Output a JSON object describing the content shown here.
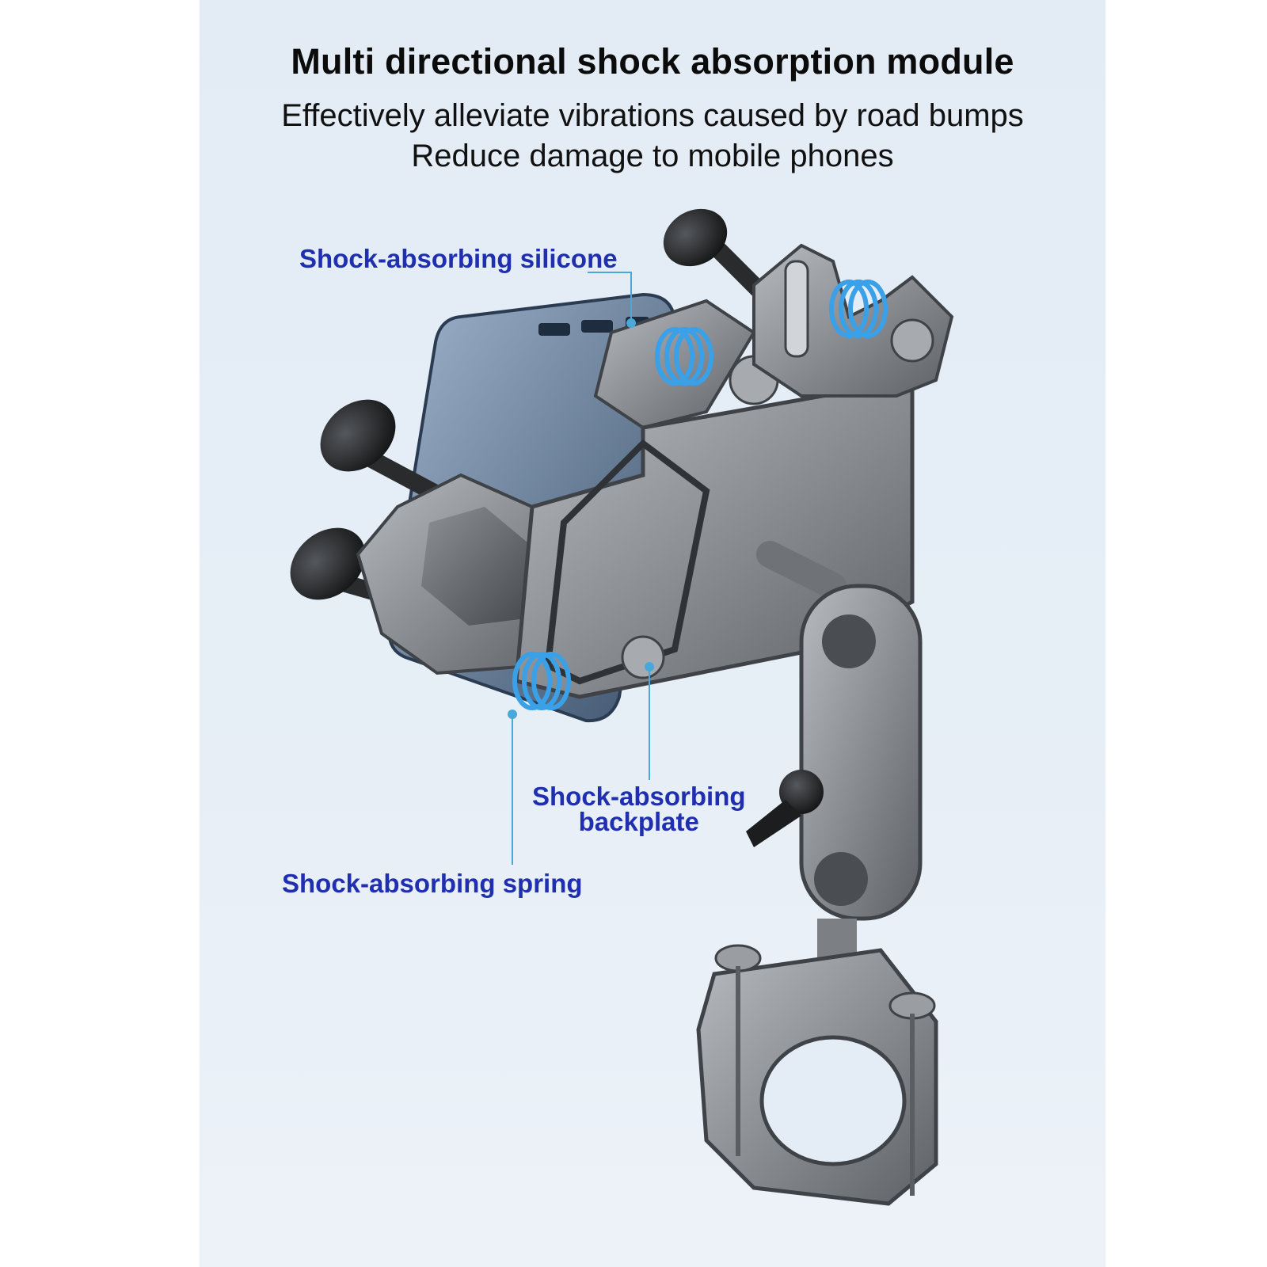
{
  "heading": {
    "title": "Multi directional shock absorption module",
    "subtitle_line1": "Effectively alleviate vibrations caused by road bumps",
    "subtitle_line2": "Reduce damage to mobile phones"
  },
  "callouts": {
    "silicone": "Shock-absorbing silicone",
    "backplate_line1": "Shock-absorbing",
    "backplate_line2": "backplate",
    "spring": "Shock-absorbing spring"
  },
  "colors": {
    "callout_text": "#1f2fb0",
    "leader_line": "#4aa8d8",
    "spring_blue": "#3aa0e8",
    "metal": "#8a8d92",
    "background": "#e4edf6"
  },
  "icons": [
    "phone-mount-illustration"
  ]
}
